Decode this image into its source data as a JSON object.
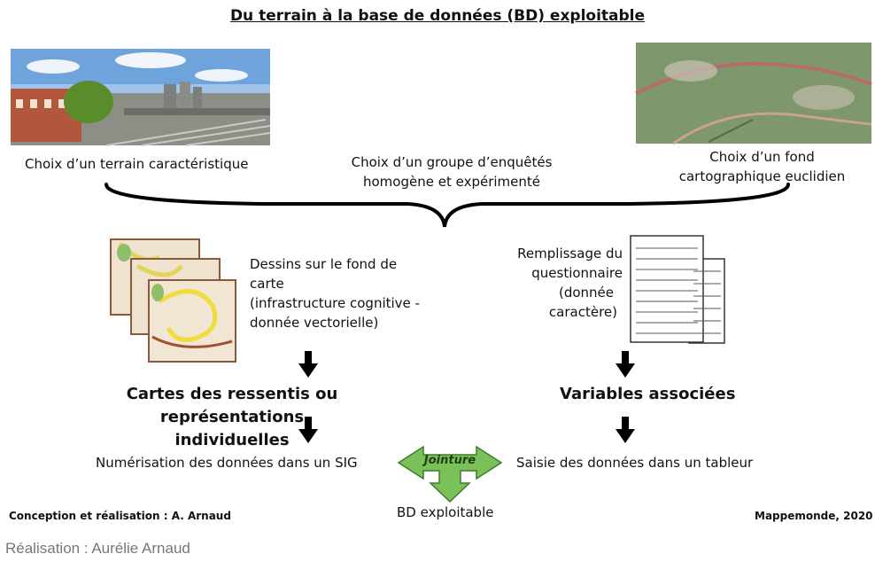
{
  "title": "Du terrain à la base de données (BD) exploitable",
  "top": {
    "left_label": "Choix d’un terrain caractéristique",
    "middle_label_1": "Choix d’un groupe d’enquêtés",
    "middle_label_2": "homogène et expérimenté",
    "right_label_1": "Choix d’un fond",
    "right_label_2": "cartographique euclidien"
  },
  "left_branch": {
    "desc_1": "Dessins sur le fond de",
    "desc_2": "carte",
    "desc_3": "(infrastructure cognitive -",
    "desc_4": "donnée vectorielle)",
    "result_1": "Cartes des ressentis ou représentations",
    "result_2": "individuelles",
    "step": "Numérisation des données dans un SIG"
  },
  "right_branch": {
    "desc_1": "Remplissage du",
    "desc_2": "questionnaire",
    "desc_3": "(donnée",
    "desc_4": "caractère)",
    "result": "Variables associées",
    "step": "Saisie des données dans un tableur"
  },
  "join": {
    "label": "Jointure",
    "result": "BD exploitable"
  },
  "footer": {
    "left": "Conception et réalisation : A. Arnaud",
    "right": "Mappemonde, 2020"
  },
  "caption": "Réalisation : Aurélie Arnaud",
  "colors": {
    "join_green": "#7ac15a",
    "arrow_black": "#000000"
  }
}
